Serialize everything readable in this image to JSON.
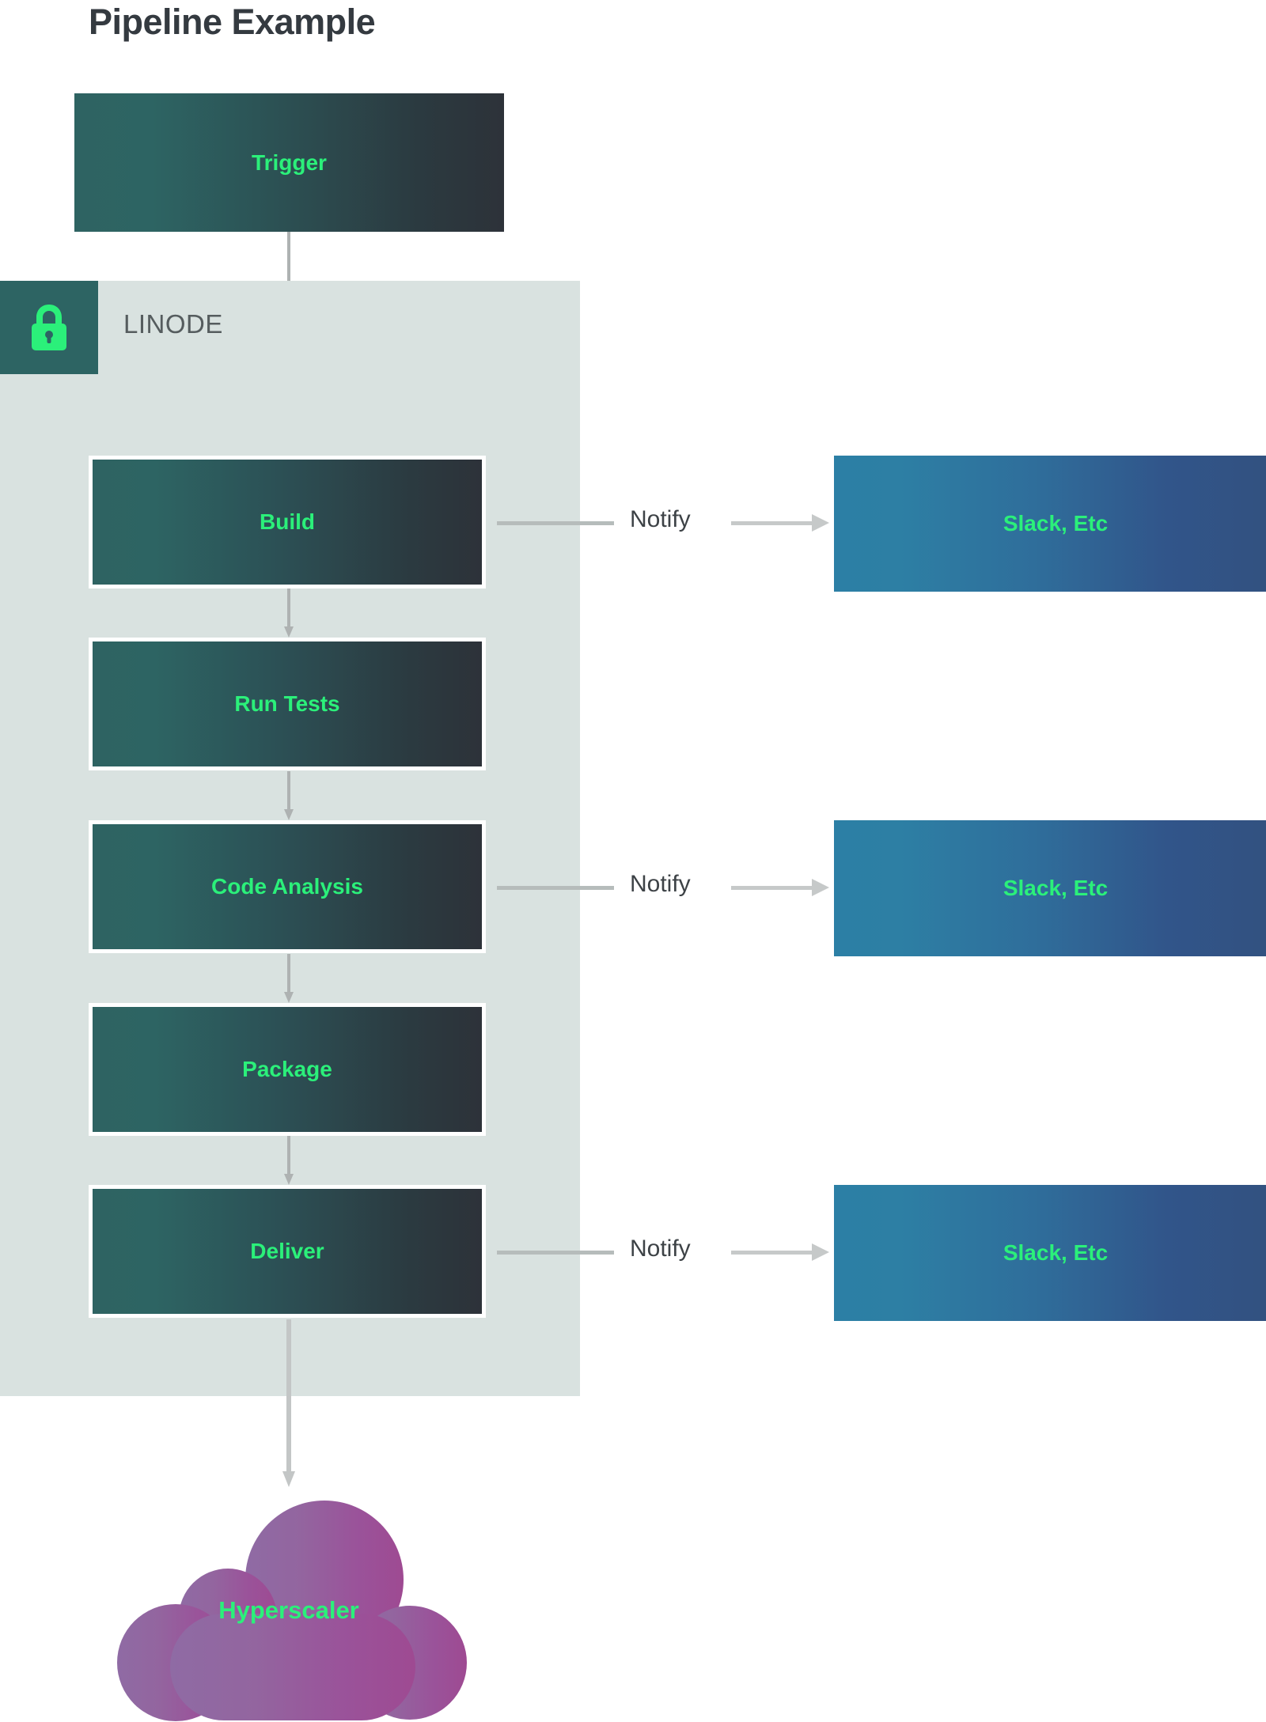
{
  "page": {
    "title": "Pipeline Example",
    "background": "#ffffff"
  },
  "colors": {
    "node_text": "#2bf07a",
    "title_text": "#343a40",
    "panel_bg": "#d9e2e0",
    "stage_gradient_start": "#2e6362",
    "stage_gradient_end": "#2d3239",
    "slack_gradient_start": "#2c7fa5",
    "slack_gradient_end": "#32517f",
    "cloud_gradient_start": "#8f6ba4",
    "cloud_gradient_end": "#9e4a92",
    "arrow": "#aeb2b2",
    "notify_text": "#3d4246",
    "lock_tile": "#2d6463",
    "lock_glyph": "#2bf07a"
  },
  "trigger": {
    "label": "Trigger"
  },
  "linode": {
    "label": "LINODE",
    "lock_icon": "lock-icon"
  },
  "stages": [
    {
      "id": "build",
      "label": "Build"
    },
    {
      "id": "runtests",
      "label": "Run Tests"
    },
    {
      "id": "code",
      "label": "Code Analysis"
    },
    {
      "id": "package",
      "label": "Package"
    },
    {
      "id": "deliver",
      "label": "Deliver"
    }
  ],
  "notifications": [
    {
      "edge_label": "Notify",
      "target_label": "Slack, Etc",
      "from_stage": "build"
    },
    {
      "edge_label": "Notify",
      "target_label": "Slack, Etc",
      "from_stage": "code"
    },
    {
      "edge_label": "Notify",
      "target_label": "Slack, Etc",
      "from_stage": "deliver"
    }
  ],
  "cloud": {
    "label": "Hyperscaler"
  },
  "chart_data": {
    "type": "diagram",
    "title": "Pipeline Example",
    "nodes": [
      {
        "id": "trigger",
        "label": "Trigger",
        "shape": "rect",
        "group": null
      },
      {
        "id": "build",
        "label": "Build",
        "shape": "rect",
        "group": "LINODE"
      },
      {
        "id": "runtests",
        "label": "Run Tests",
        "shape": "rect",
        "group": "LINODE"
      },
      {
        "id": "code",
        "label": "Code Analysis",
        "shape": "rect",
        "group": "LINODE"
      },
      {
        "id": "package",
        "label": "Package",
        "shape": "rect",
        "group": "LINODE"
      },
      {
        "id": "deliver",
        "label": "Deliver",
        "shape": "rect",
        "group": "LINODE"
      },
      {
        "id": "slack1",
        "label": "Slack, Etc",
        "shape": "rect",
        "group": null
      },
      {
        "id": "slack2",
        "label": "Slack, Etc",
        "shape": "rect",
        "group": null
      },
      {
        "id": "slack3",
        "label": "Slack, Etc",
        "shape": "rect",
        "group": null
      },
      {
        "id": "cloud",
        "label": "Hyperscaler",
        "shape": "cloud",
        "group": null
      }
    ],
    "edges": [
      {
        "from": "trigger",
        "to": "build",
        "label": ""
      },
      {
        "from": "build",
        "to": "runtests",
        "label": ""
      },
      {
        "from": "runtests",
        "to": "code",
        "label": ""
      },
      {
        "from": "code",
        "to": "package",
        "label": ""
      },
      {
        "from": "package",
        "to": "deliver",
        "label": ""
      },
      {
        "from": "deliver",
        "to": "cloud",
        "label": ""
      },
      {
        "from": "build",
        "to": "slack1",
        "label": "Notify"
      },
      {
        "from": "code",
        "to": "slack2",
        "label": "Notify"
      },
      {
        "from": "deliver",
        "to": "slack3",
        "label": "Notify"
      }
    ],
    "groups": [
      {
        "id": "linode",
        "label": "LINODE",
        "icon": "lock-icon"
      }
    ]
  }
}
